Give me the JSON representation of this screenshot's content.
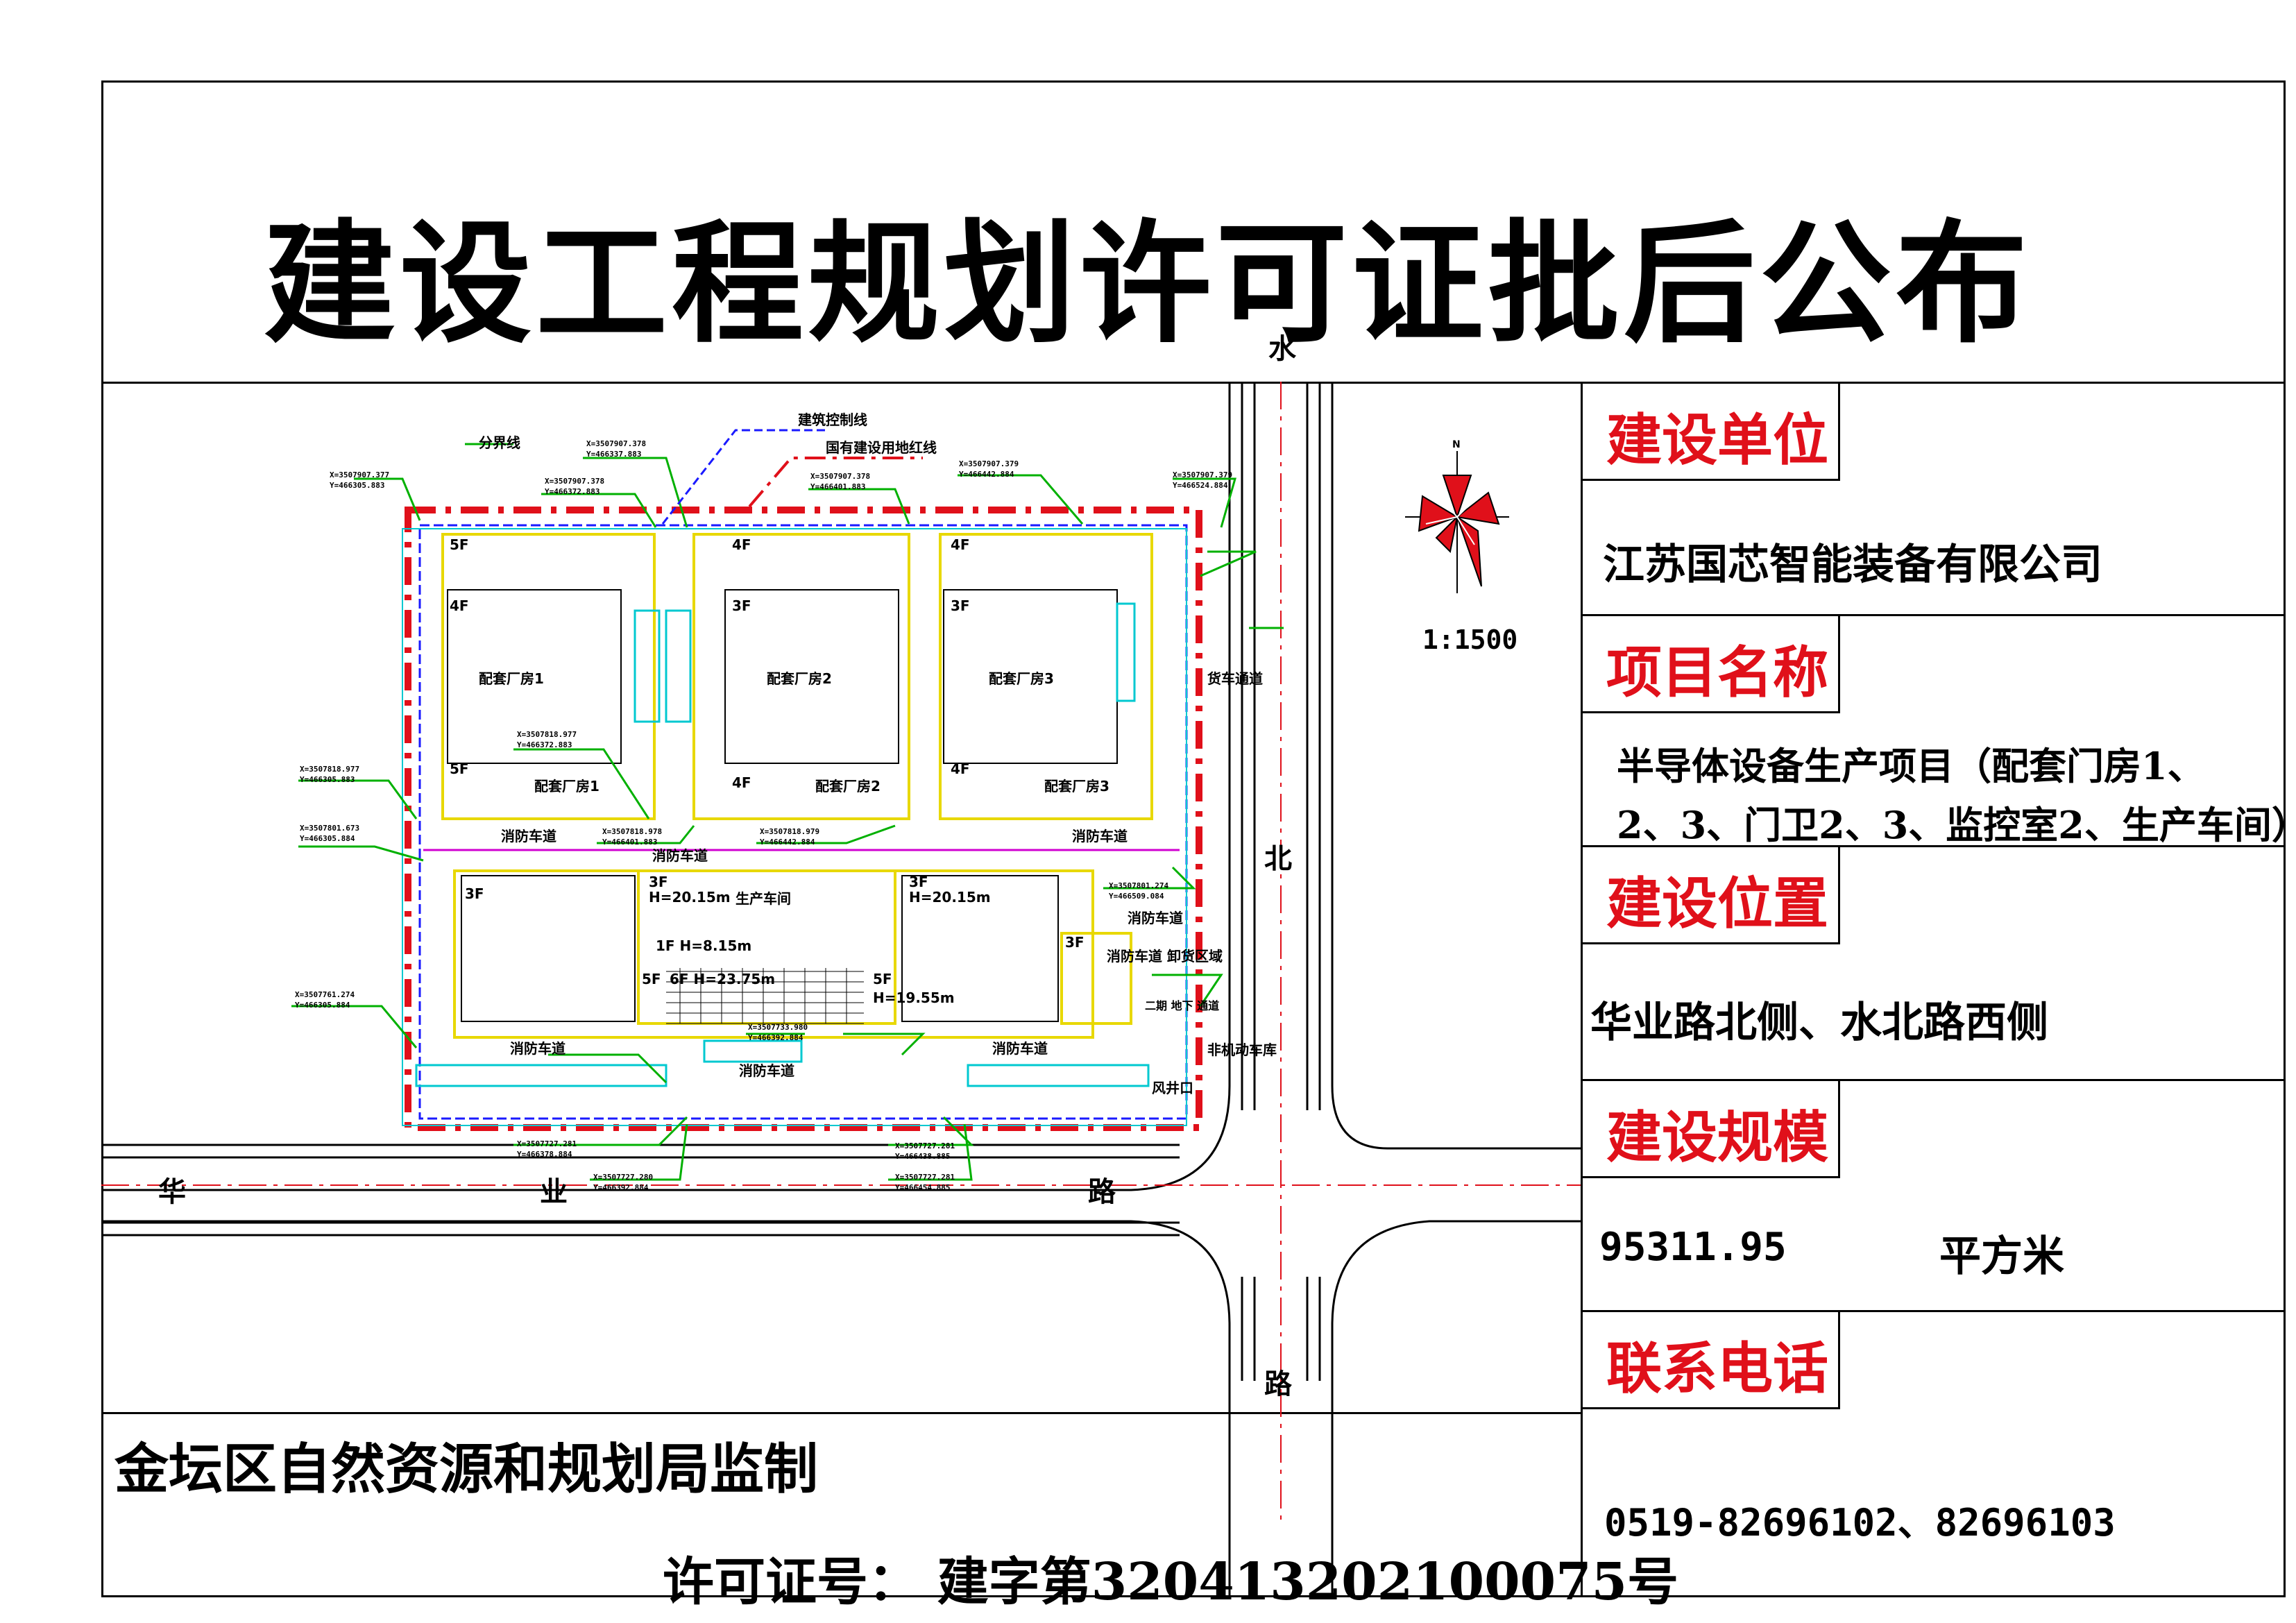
{
  "title": "建设工程规划许可证批后公布",
  "roads": {
    "north_top": "水",
    "north_mid": "北",
    "north_bottom": "路",
    "hua": "华",
    "ye": "业",
    "lu": "路"
  },
  "scale": "1:1500",
  "compass_n": "N",
  "panel": {
    "builder_label": "建设单位",
    "builder_value": "江苏国芯智能装备有限公司",
    "project_label": "项目名称",
    "project_value_1": "半导体设备生产项目（配套门房1、",
    "project_value_2": "2、3、门卫2、3、监控室2、生产车间）",
    "location_label": "建设位置",
    "location_value": "华业路北侧、水北路西侧",
    "scale_label": "建设规模",
    "scale_value": "95311.95",
    "scale_unit": "平方米",
    "phone_label": "联系电话",
    "phone_value": "0519-82696102、82696103"
  },
  "supervisor": "金坛区自然资源和规划局监制",
  "permit": "许可证号：  建字第320413202100075号",
  "plan": {
    "buildings": {
      "b1": "配套厂房1",
      "b2": "配套厂房2",
      "b3": "配套厂房3",
      "b1s": "配套厂房1",
      "b2s": "配套厂房2",
      "b3s": "配套厂房3",
      "workshop": "生产车间"
    },
    "floors": {
      "f5a": "5F",
      "f4a": "4F",
      "f5b": "5F",
      "f4b": "4F",
      "f3b": "3F",
      "f4c": "4F",
      "f4d": "4F",
      "f3d": "3F",
      "f4e": "4F",
      "w3f1": "3F",
      "w3f2": "3F",
      "w3f3": "3F",
      "w3f4": "3F",
      "wh1": "H=20.15m",
      "wh2": "H=20.15m",
      "w1f": "1F H=8.15m",
      "w5f": "5F",
      "w6f": "6F H=23.75m",
      "w5f2": "5F",
      "wh3": "H=19.55m"
    },
    "tags": {
      "fire_road_1": "消防车道",
      "fire_road_2": "消防车道",
      "fire_road_3": "消防车道",
      "fire_road_4": "消防车道",
      "fire_road_5": "消防车道",
      "fire_road_6": "消防车道",
      "fire_road_7": "消防车道",
      "split_line": "分界线",
      "build_ctrl": "建筑控制线",
      "red_line": "国有建设用地红线",
      "cargo": "货车通道",
      "fire_zone": "消防车道 卸货区域",
      "underground": "二期 地下 通道",
      "nonmotor": "非机动车库",
      "wind": "风井口"
    },
    "coords": {
      "c1a": "X=3507907.377",
      "c1b": "Y=466305.883",
      "c2a": "X=3507907.378",
      "c2b": "Y=466337.883",
      "c3a": "X=3507907.378",
      "c3b": "Y=466372.883",
      "c4a": "X=3507907.378",
      "c4b": "Y=466401.883",
      "c5a": "X=3507907.379",
      "c5b": "Y=466442.884",
      "c6a": "X=3507907.379",
      "c6b": "Y=466524.884",
      "c7a": "X=3507818.977",
      "c7b": "Y=466372.883",
      "c8a": "X=3507818.977",
      "c8b": "Y=466305.883",
      "c9a": "X=3507801.673",
      "c9b": "Y=466305.884",
      "c10a": "X=3507818.978",
      "c10b": "Y=466401.883",
      "c11a": "X=3507818.979",
      "c11b": "Y=466442.884",
      "c12a": "X=3507801.274",
      "c12b": "Y=466509.084",
      "c13a": "X=3507761.274",
      "c13b": "Y=466305.884",
      "c14a": "X=3507733.980",
      "c14b": "Y=466392.884",
      "c15a": "X=3507727.281",
      "c15b": "Y=466378.884",
      "c16a": "X=3507727.280",
      "c16b": "Y=466392.884",
      "c17a": "X=3507727.281",
      "c17b": "Y=466438.885",
      "c18a": "X=3507727.281",
      "c18b": "Y=466454.885"
    }
  },
  "colors": {
    "red": "#e0101a",
    "blue": "#1a1aff",
    "green": "#00b000",
    "yellow": "#e8d800",
    "cyan": "#00c8d0",
    "magenta": "#d000d0"
  }
}
